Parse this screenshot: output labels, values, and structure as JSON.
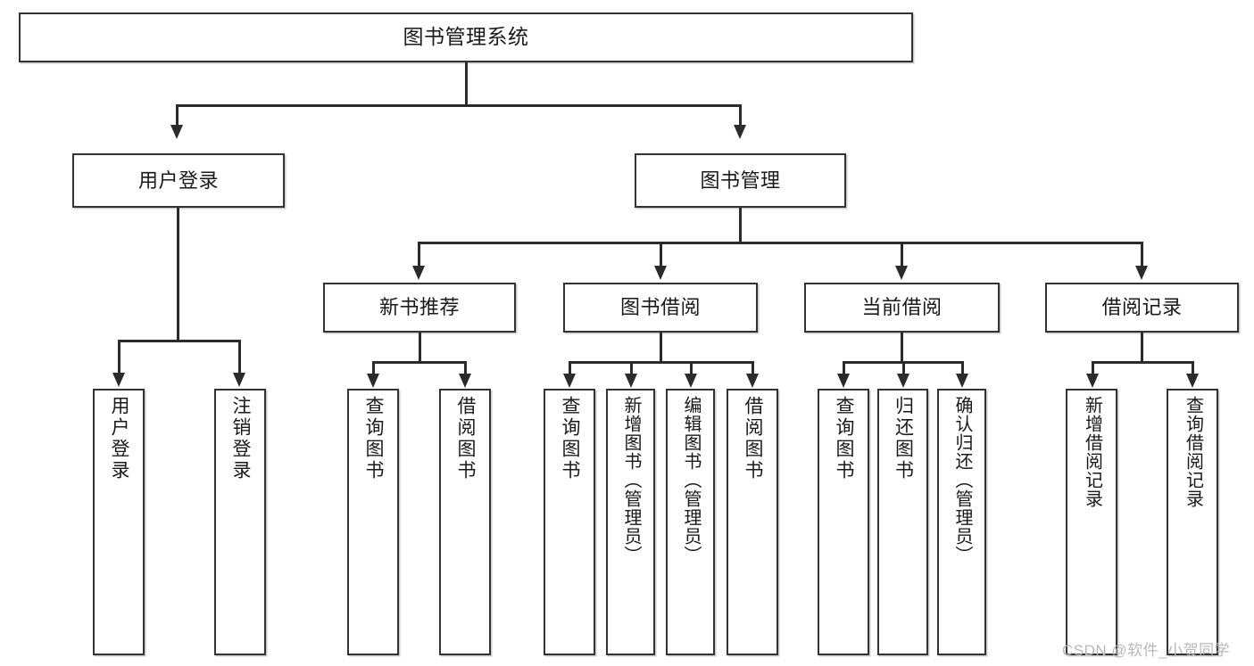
{
  "diagram": {
    "title": "图书管理系统",
    "type": "tree-hierarchy-diagram",
    "root": {
      "id": "root",
      "label": "图书管理系统"
    },
    "level1": [
      {
        "id": "user-login",
        "label": "用户登录"
      },
      {
        "id": "book-manage",
        "label": "图书管理"
      }
    ],
    "level2": [
      {
        "id": "new-book-rec",
        "label": "新书推荐"
      },
      {
        "id": "book-borrow",
        "label": "图书借阅"
      },
      {
        "id": "current-borrow",
        "label": "当前借阅"
      },
      {
        "id": "borrow-record",
        "label": "借阅记录"
      }
    ],
    "leaves": {
      "user_login": [
        {
          "id": "leaf-user-login",
          "label": "用户登录"
        },
        {
          "id": "leaf-user-logout",
          "label": "注销登录"
        }
      ],
      "new_book_rec": [
        {
          "id": "leaf-query-book-1",
          "label": "查询图书"
        },
        {
          "id": "leaf-borrow-book-1",
          "label": "借阅图书"
        }
      ],
      "book_borrow": [
        {
          "id": "leaf-query-book-2",
          "label": "查询图书"
        },
        {
          "id": "leaf-add-book",
          "label": "新增图书（管理员）"
        },
        {
          "id": "leaf-edit-book",
          "label": "编辑图书（管理员）"
        },
        {
          "id": "leaf-borrow-book-2",
          "label": "借阅图书"
        }
      ],
      "current_borrow": [
        {
          "id": "leaf-query-book-3",
          "label": "查询图书"
        },
        {
          "id": "leaf-return-book",
          "label": "归还图书"
        },
        {
          "id": "leaf-confirm-return",
          "label": "确认归还（管理员）"
        }
      ],
      "borrow_record": [
        {
          "id": "leaf-add-record",
          "label": "新增借阅记录"
        },
        {
          "id": "leaf-query-record",
          "label": "查询借阅记录"
        }
      ]
    }
  },
  "watermark": {
    "text": "CSDN @软件_小贺同学"
  },
  "colors": {
    "box_border": "#333333",
    "line": "#2b2b2b",
    "text": "#1a1a1a",
    "background": "#ffffff",
    "watermark": "#b9b9b9"
  }
}
